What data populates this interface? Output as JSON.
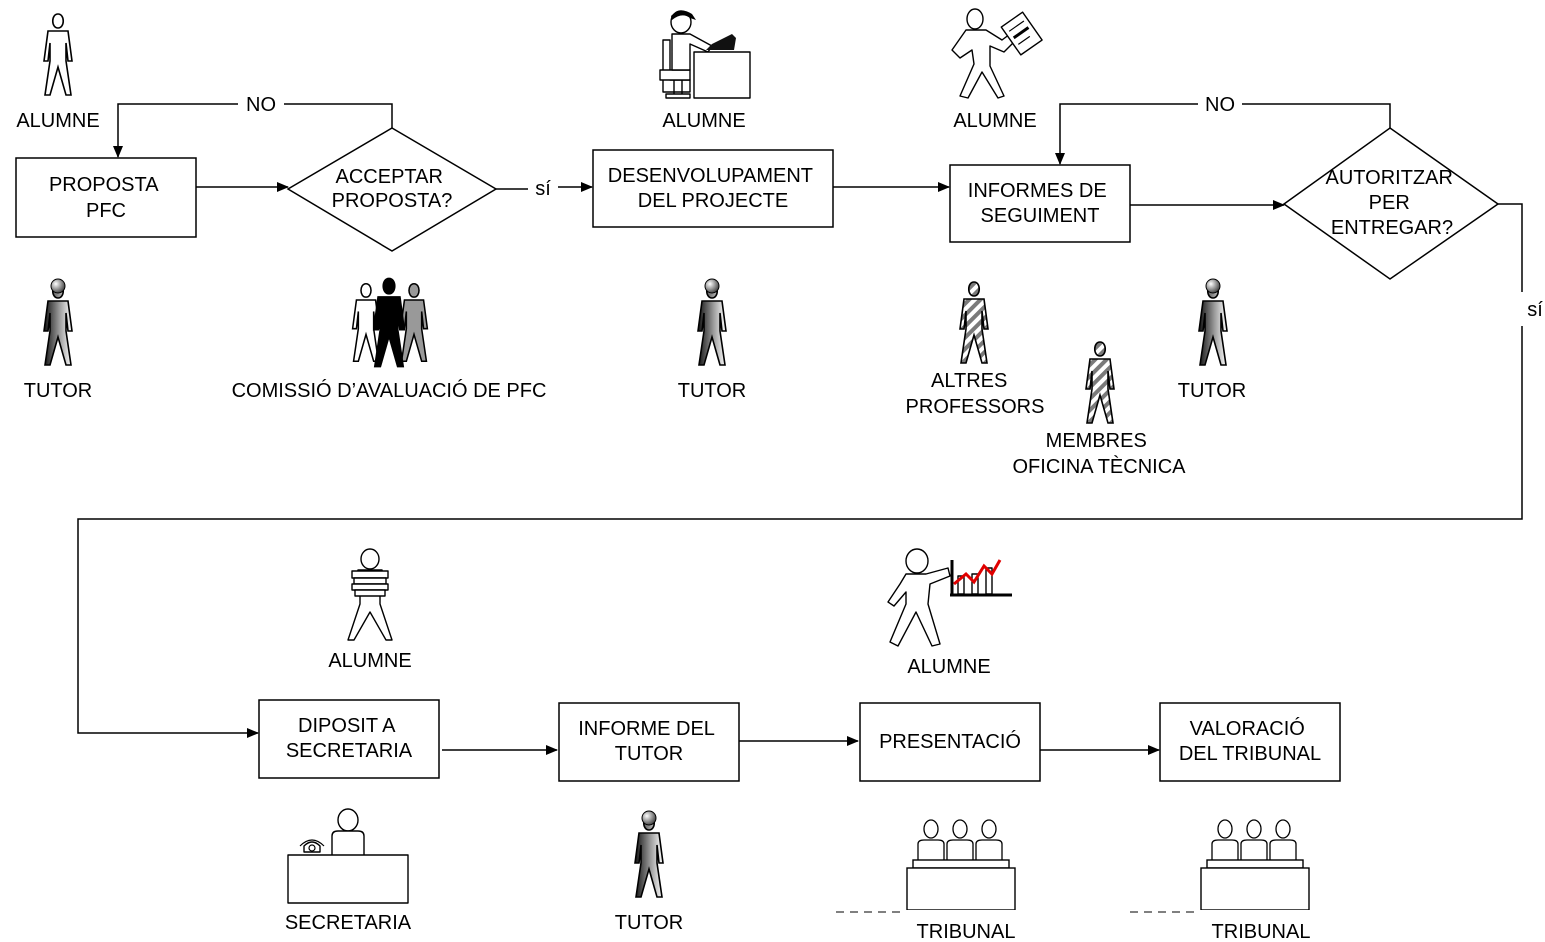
{
  "nodes": {
    "proposta": {
      "lines": [
        "PROPOSTA",
        "PFC"
      ]
    },
    "acceptar": {
      "lines": [
        "ACCEPTAR",
        "PROPOSTA?"
      ]
    },
    "desenvolupament": {
      "lines": [
        "DESENVOLUPAMENT",
        "DEL PROJECTE"
      ]
    },
    "informes": {
      "lines": [
        "INFORMES DE",
        "SEGUIMENT"
      ]
    },
    "autoritzar": {
      "lines": [
        "AUTORITZAR",
        "PER",
        "ENTREGAR?"
      ]
    },
    "diposit": {
      "lines": [
        "DIPOSIT A",
        "SECRETARIA"
      ]
    },
    "informe_tutor": {
      "lines": [
        "INFORME DEL",
        "TUTOR"
      ]
    },
    "presentacio": {
      "lines": [
        "PRESENTACIÓ"
      ]
    },
    "valoracio": {
      "lines": [
        "VALORACIÓ",
        "DEL TRIBUNAL"
      ]
    }
  },
  "edge_labels": {
    "no_1": "NO",
    "si_1": "sí",
    "no_2": "NO",
    "si_2": "sí"
  },
  "actors": {
    "alumne_1": {
      "lines": [
        "ALUMNE"
      ]
    },
    "alumne_2": {
      "lines": [
        "ALUMNE"
      ]
    },
    "alumne_3": {
      "lines": [
        "ALUMNE"
      ]
    },
    "alumne_4": {
      "lines": [
        "ALUMNE"
      ]
    },
    "alumne_5": {
      "lines": [
        "ALUMNE"
      ]
    },
    "tutor_1": {
      "lines": [
        "TUTOR"
      ]
    },
    "comissio": {
      "lines": [
        "COMISSIÓ D’AVALUACIÓ DE PFC"
      ]
    },
    "tutor_2": {
      "lines": [
        "TUTOR"
      ]
    },
    "altres_professors": {
      "lines": [
        "ALTRES",
        "PROFESSORS"
      ]
    },
    "membres_oficina": {
      "lines": [
        "MEMBRES",
        "OFICINA TÈCNICA"
      ]
    },
    "tutor_3": {
      "lines": [
        "TUTOR"
      ]
    },
    "secretaria": {
      "lines": [
        "SECRETARIA"
      ]
    },
    "tutor_4": {
      "lines": [
        "TUTOR"
      ]
    },
    "tribunal_1": {
      "lines": [
        "TRIBUNAL"
      ]
    },
    "tribunal_2": {
      "lines": [
        "TRIBUNAL"
      ]
    }
  },
  "icons": {
    "alumne_1": "standing-person-outline-icon",
    "alumne_2": "person-at-desk-computer-icon",
    "alumne_3": "person-holding-document-icon",
    "alumne_4": "person-carrying-books-icon",
    "alumne_5": "person-presenting-chart-icon",
    "tutor": "gradient-person-icon",
    "comissio": "group-of-three-people-icon",
    "altres_professors": "striped-person-icon",
    "membres_oficina": "striped-person-icon",
    "secretaria": "receptionist-desk-telephone-icon",
    "tribunal": "panel-behind-table-icon"
  },
  "colors": {
    "line": "#000000",
    "background": "#ffffff",
    "chart_red": "#e00000"
  }
}
